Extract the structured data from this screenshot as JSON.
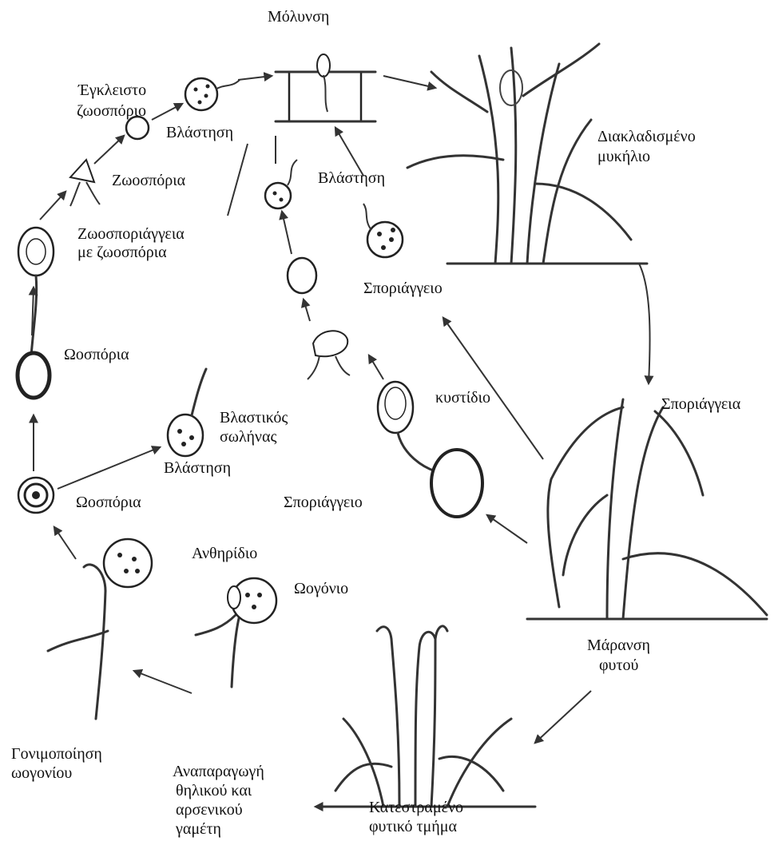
{
  "labels": {
    "infection": "Μόλυνση",
    "encysted_zoospore_1": "Έγκλειστο",
    "encysted_zoospore_2": "ζωοσπόριο",
    "germination_top": "Βλάστηση",
    "zoospore": "Ζωοσπόρια",
    "zoosporangia_1": "Ζωοσποριάγγεια",
    "zoosporangia_2": "με ζωοσπόρια",
    "germination_mid": "Βλάστηση",
    "branched_mycelium_1": "Διακλαδισμένο",
    "branched_mycelium_2": "μυκήλιο",
    "sporangium_upper": "Σποριάγγειο",
    "oospore_upper": "Ωοσπόρια",
    "vesicle": "κυστίδιο",
    "sporangia_right": "Σποριάγγεια",
    "germ_tube_1": "Βλαστικός",
    "germ_tube_2": "σωλήνας",
    "germination_low": "Βλάστηση",
    "oospore_lower": "Ωοσπόρια",
    "sporangium_lower": "Σποριάγγειο",
    "antheridium": "Ανθηρίδιο",
    "oogonium": "Ωογόνιο",
    "wilting_1": "Μάρανση",
    "wilting_2": "φυτού",
    "fertilization_1": "Γονιμοποίηση",
    "fertilization_2": "ωογονίου",
    "reproduction_1": "Αναπαραγωγή",
    "reproduction_2": "θηλικού και",
    "reproduction_3": "αρσενικού",
    "reproduction_4": "γαμέτη",
    "destroyed_1": "Κατεστραμένο",
    "destroyed_2": "φυτικό τμήμα"
  },
  "icons": [
    "healthy-plant-icon",
    "wilted-plant-icon",
    "collapsed-plant-icon",
    "oospore-icon",
    "zoospore-icon",
    "sporangium-icon"
  ]
}
